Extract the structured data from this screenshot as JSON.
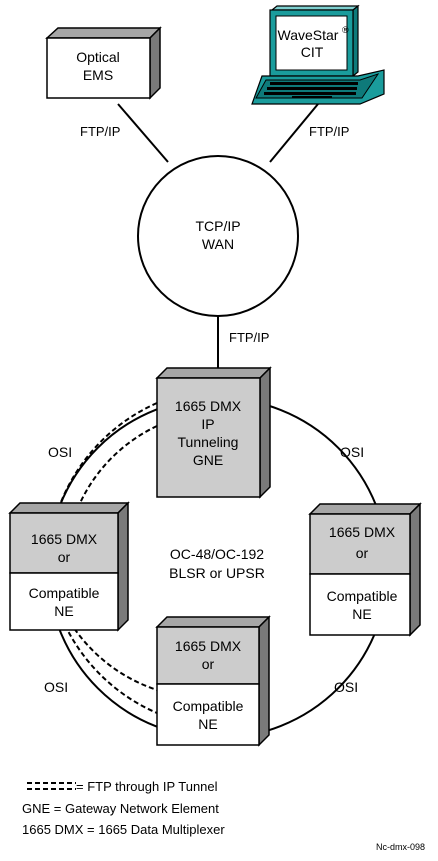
{
  "nodes": {
    "optical_ems": {
      "line1": "Optical",
      "line2": "EMS"
    },
    "wavestar_cit": {
      "line1": "WaveStar",
      "reg": "®",
      "line2": "CIT"
    },
    "wan": {
      "line1": "TCP/IP",
      "line2": "WAN"
    },
    "gne": {
      "line1": "1665 DMX",
      "line2": "IP",
      "line3": "Tunneling",
      "line4": "GNE"
    },
    "left_ne": {
      "top1": "1665 DMX",
      "top2": "or",
      "bottom1": "Compatible",
      "bottom2": "NE"
    },
    "right_ne": {
      "top1": "1665 DMX",
      "top2": "or",
      "bottom1": "Compatible",
      "bottom2": "NE"
    },
    "bottom_ne": {
      "top1": "1665 DMX",
      "top2": "or",
      "bottom1": "Compatible",
      "bottom2": "NE"
    }
  },
  "links": {
    "ems_wan": "FTP/IP",
    "cit_wan": "FTP/IP",
    "wan_gne": "FTP/IP",
    "osi_top_left": "OSI",
    "osi_top_right": "OSI",
    "osi_bottom_left": "OSI",
    "osi_bottom_right": "OSI"
  },
  "ring": {
    "line1": "OC-48/OC-192",
    "line2": "BLSR or UPSR"
  },
  "legend": [
    "= FTP through IP Tunnel",
    "GNE = Gateway Network Element",
    "1665 DMX = 1665 Data Multiplexer"
  ],
  "figure_ref": "Nc-dmx-098",
  "colors": {
    "box_shade": "#cccccc",
    "box_side": "#7a7a7a",
    "box_top": "#a6a6a6",
    "laptop": "#1a9c9c"
  }
}
